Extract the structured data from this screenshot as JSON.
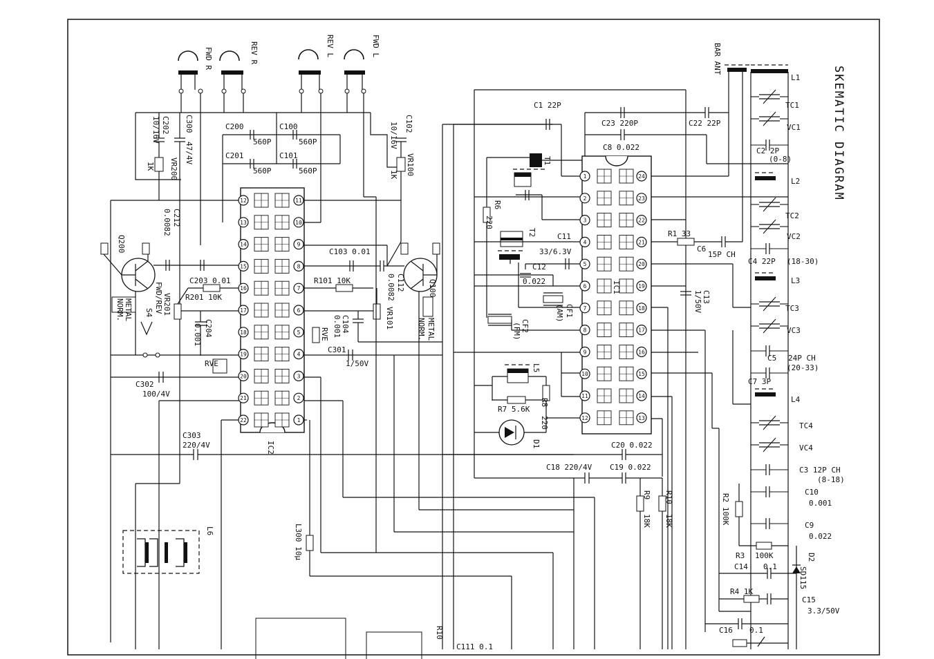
{
  "title": "SKEMATIC DIAGRAM",
  "heads": {
    "fwd_r": "FWD R",
    "rev_r": "REV R",
    "rev_l": "REV L",
    "fwd_l": "FWD L",
    "bar_ant": "BAR ANT"
  },
  "left_labels": {
    "c202": "C202",
    "c202_v": "10/16V",
    "c300": "C300",
    "c300_v": "47/4V",
    "vr200": "VR200",
    "vr200_v": "1K",
    "c212": "C212",
    "c212_v": "0.0082",
    "c200": "C200",
    "c201": "C201",
    "c100": "C100",
    "c101": "C101",
    "p560a": "560P",
    "p560b": "560P",
    "p560c": "560P",
    "p560d": "560P",
    "c102": "C102",
    "c102_v": "10/16V",
    "vr100": "VR100",
    "vr100_v": "1K",
    "c103": "C103 0.01",
    "c203": "C203 0.01",
    "r101": "R101 10K",
    "r201": "R201 10K",
    "c112": "C112",
    "c112_v": "0.0082",
    "q200": "Q200",
    "q100": "Q100",
    "vr201": "VR201",
    "fwdrev": "FWD/REV",
    "s4": "S4",
    "c204": "C204",
    "c204_v": "0.001",
    "c104": "C104",
    "c104_v": "0.001",
    "vr101": "VR101",
    "c301": "C301",
    "c301_v": "1/50V",
    "rve_a": "RVE",
    "rve_b": "RVE",
    "metal_a": "METAL",
    "norm_a": "NORM.",
    "metal_b": "METAL",
    "norm_b": "NORM.",
    "c302": "C302",
    "c302_v": "100/4V",
    "c303": "C303",
    "c303_v": "220/4V",
    "ic2": "IC2",
    "l6": "L6",
    "l300": "L300 10μ",
    "r10x": "R10",
    "c111": "C111 0.1"
  },
  "right_labels": {
    "c1": "C1  22P",
    "c23": "C23  220P",
    "c22": "C22  22P",
    "c8": "C8  0.022",
    "t1": "T1",
    "r6": "R6",
    "r6_v": "220",
    "t2": "T2",
    "c11": "C11",
    "c11_v": "33/6.3V",
    "c12": "C12",
    "c12_v": "0.022",
    "cf1": "CF1",
    "cf1_v": "(AM)",
    "cf2": "CF2",
    "cf2_v": "(FM)",
    "ic1": "IC1",
    "r1": "R1  33",
    "c6": "C6",
    "c6_v": "15P CH",
    "c13": "C13",
    "c13_v": "1/50V",
    "l5": "L5",
    "r7": "R7  5.6K",
    "r8": "R8",
    "r8_v": "220",
    "d1": "D1",
    "c20": "C20  0.022",
    "c18": "C18  220/4V",
    "c19": "C19  0.022",
    "r9": "R9",
    "r9_v": "18K",
    "r10": "R10",
    "r10_v": "18K",
    "l1": "L1",
    "tc1": "TC1",
    "vc1": "VC1",
    "c2": "C2  2P",
    "c2_r": "(0-8)",
    "l2": "L2",
    "tc2": "TC2",
    "vc2": "VC2",
    "c4": "C4  22P",
    "c4_r": "(18-30)",
    "l3": "L3",
    "tc3": "TC3",
    "vc3": "VC3",
    "c5": "C5",
    "c5_v": "24P CH",
    "c5_r": "(20-33)",
    "c7": "C7  3P",
    "l4": "L4",
    "tc4": "TC4",
    "vc4": "VC4",
    "c3": "C3  12P CH",
    "c3_r": "(8-18)",
    "c10": "C10",
    "c10_v": "0.001",
    "r2": "R2  100K",
    "c9": "C9",
    "c9_v": "0.022",
    "r3": "R3",
    "r3_v": "100K",
    "d2": "D2",
    "d2_v": "SD115",
    "c14": "C14",
    "c14_v": "0.1",
    "r4": "R4  1K",
    "c15": "C15",
    "c15_v": "3.3/50V",
    "c16": "C16",
    "c16_v": "0.1"
  },
  "ic2_pins_left": [
    "12",
    "13",
    "14",
    "15",
    "16",
    "17",
    "18",
    "19",
    "20",
    "21",
    "22"
  ],
  "ic2_pins_right": [
    "11",
    "10",
    "9",
    "8",
    "7",
    "6",
    "5",
    "4",
    "3",
    "2",
    "1"
  ],
  "ic1_pins_left": [
    "1",
    "2",
    "3",
    "4",
    "5",
    "6",
    "7",
    "8",
    "9",
    "10",
    "11",
    "12"
  ],
  "ic1_pins_right": [
    "24",
    "23",
    "22",
    "21",
    "20",
    "19",
    "18",
    "17",
    "16",
    "15",
    "14",
    "13"
  ]
}
